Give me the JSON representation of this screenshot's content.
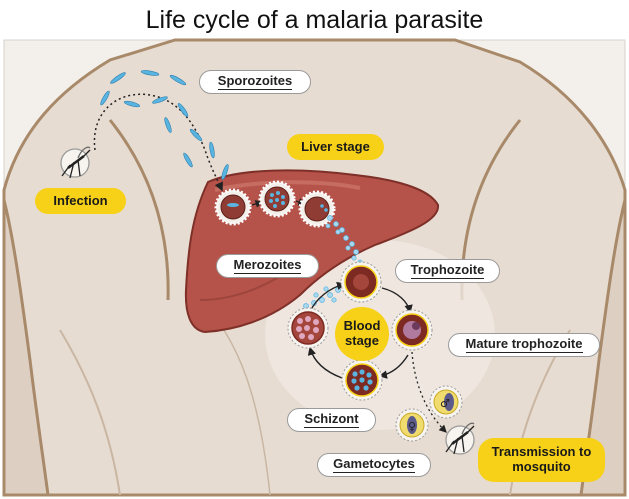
{
  "title": "Life cycle of a malaria parasite",
  "labels": {
    "sporozoites": "Sporozoites",
    "liver_stage": "Liver stage",
    "infection": "Infection",
    "merozoites": "Merozoites",
    "trophozoite": "Trophozoite",
    "blood_stage": "Blood stage",
    "mature_trophozoite": "Mature trophozoite",
    "schizont": "Schizont",
    "gametocytes": "Gametocytes",
    "transmission": "Transmission to mosquito"
  },
  "symbols": {
    "male": "♂",
    "female": "♀"
  },
  "colors": {
    "label_yellow": "#f7d117",
    "liver": "#b5534a",
    "skin": "#e7dcd1",
    "outline": "#a88a6a",
    "parasite_blue": "#5ab4e0"
  }
}
